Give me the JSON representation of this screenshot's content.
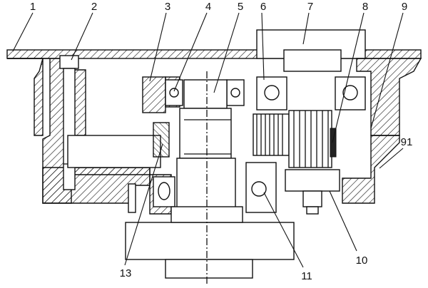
{
  "drawing": {
    "part_labels": [
      "1",
      "2",
      "3",
      "4",
      "5",
      "6",
      "7",
      "8",
      "9",
      "91",
      "10",
      "11",
      "13"
    ]
  },
  "colors": {
    "line": "#111111",
    "background": "#ffffff"
  }
}
